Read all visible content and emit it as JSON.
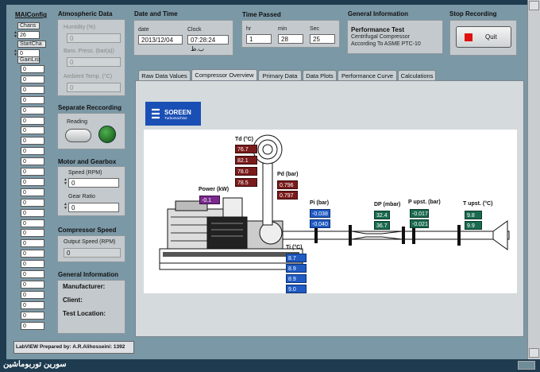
{
  "left": {
    "title": "MAIConfig",
    "chans_label": "Chans",
    "chans_value": "26",
    "startcha_label": "StartCha",
    "startcha_value": "0",
    "gainlist_label": "GainList",
    "gain_values": [
      "0",
      "0",
      "0",
      "0",
      "0",
      "0",
      "0",
      "0",
      "0",
      "0",
      "0",
      "0",
      "0",
      "0",
      "0",
      "0",
      "0",
      "0",
      "0",
      "0",
      "0",
      "0",
      "0",
      "0",
      "0",
      "0"
    ]
  },
  "atmos": {
    "title": "Atmospheric Data",
    "humidity_label": "Humidity (%)",
    "humidity_value": "0",
    "baro_label": "Baro. Press. (bar(a))",
    "baro_value": "0",
    "ambient_label": "Ambient Temp. (°C)",
    "ambient_value": "0"
  },
  "separate": {
    "title": "Separate Reccording",
    "reading_label": "Reading"
  },
  "motor": {
    "title": "Motor and Gearbox",
    "speed_label": "Speed (RPM)",
    "speed_value": "0",
    "gear_label": "Gear Ratio",
    "gear_value": "0"
  },
  "compressor": {
    "title": "Compressor Speed",
    "output_label": "Output Speed (RPM)",
    "output_value": "0"
  },
  "geninfo_left": {
    "title": "General Information",
    "manufacturer": "Manufacturer:",
    "client": "Client:",
    "location": "Test Location:"
  },
  "prepared_by": "LabVIEW Prepared by: A.R.Alihosseini: 1392",
  "footer_text": "سورین توربوماشین",
  "datetime": {
    "title": "Date and Time",
    "date_label": "date",
    "date_value": "2013/12/04",
    "clock_label": "Clock",
    "clock_value": "07:28:24 ب.ظ"
  },
  "timepassed": {
    "title": "Time Passed",
    "hr_label": "hr",
    "hr_value": "1",
    "min_label": "min",
    "min_value": "28",
    "sec_label": "Sec",
    "sec_value": "25"
  },
  "geninfo": {
    "title": "General Information",
    "line1": "Performance Test",
    "line2": "Centrifugal Compressor",
    "line3": "According To ASME PTC-10"
  },
  "stop": {
    "title": "Stop Recording",
    "quit_label": "Quit"
  },
  "tabs": [
    "Raw Data Values",
    "Compressor Overview",
    "Primary Data",
    "Data Plots",
    "Performance Curve",
    "Calculations"
  ],
  "logo": {
    "name": "SOREEN",
    "sub": "Turbomachine"
  },
  "measurements": {
    "td_label": "Td (°C)",
    "td_values": [
      "76.7",
      "82.1",
      "78.0",
      "78.5"
    ],
    "pd_label": "Pd (bar)",
    "pd_values": [
      "0.796",
      "0.797"
    ],
    "power_label": "Power (kW)",
    "power_value": "-0.1",
    "pi_label": "Pi (bar)",
    "pi_values": [
      "-0.038",
      "-0.040"
    ],
    "ti_label": "Ti (°C)",
    "ti_values": [
      "8.7",
      "8.9",
      "8.9",
      "9.0"
    ],
    "dp_label": "DP (mbar)",
    "dp_values": [
      "32.4",
      "36.7"
    ],
    "pupst_label": "P upst. (bar)",
    "pupst_values": [
      "-0.017",
      "-0.021"
    ],
    "tupst_label": "T upst. (°C)",
    "tupst_values": [
      "9.8",
      "9.9"
    ]
  },
  "colors": {
    "panel": "#7b98a6",
    "indicator_red": "#7a1b1b",
    "indicator_blue": "#1f5bc2",
    "indicator_green": "#1b6a4f",
    "indicator_purple": "#7a2a8c",
    "quit_red": "#e01010",
    "logo_blue": "#1a4fb5"
  }
}
